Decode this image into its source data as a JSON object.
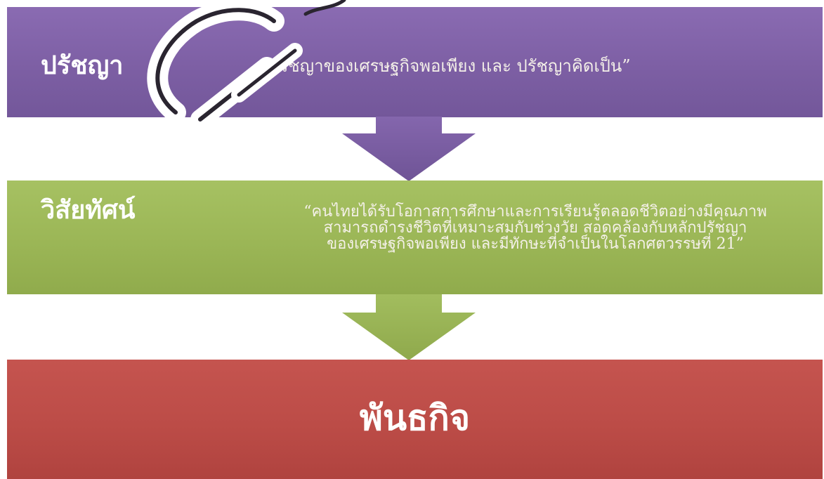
{
  "philosophy": {
    "heading": "ปรัชญา",
    "text": "“ปรัชญาของเศรษฐกิจพอเพียง และ ปรัชญาคิดเป็น”",
    "color": "#7d5fa4"
  },
  "vision": {
    "heading": "วิสัยทัศน์",
    "lines": [
      "“คนไทยได้รับโอกาสการศึกษาและการเรียนรู้ตลอดชีวิตอย่างมีคุณภาพ",
      "สามารถดำรงชีวิตที่เหมาะสมกับช่วงวัย สอดคล้องกับหลักปรัชญา",
      "ของเศรษฐกิจพอเพียง และมีทักษะที่จำเป็นในโลกศตวรรษที่ 21”"
    ],
    "color": "#9bb656"
  },
  "mission": {
    "heading": "พันธกิจ",
    "color": "#bc4c47"
  }
}
